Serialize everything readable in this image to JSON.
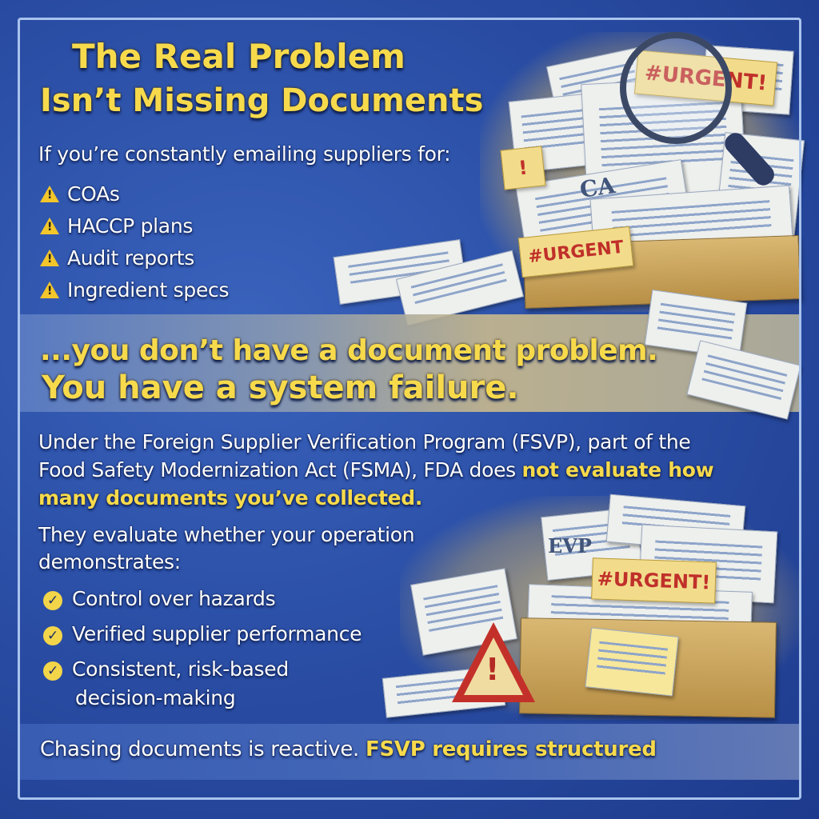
{
  "title": {
    "line1": "The Real Problem",
    "line2": "Isn’t Missing Documents"
  },
  "intro": "If you’re constantly emailing suppliers for:",
  "warning_items": [
    {
      "icon": "warning-icon",
      "label": "COAs"
    },
    {
      "icon": "warning-icon",
      "label": "HACCP plans"
    },
    {
      "icon": "warning-icon",
      "label": "Audit reports"
    },
    {
      "icon": "warning-icon",
      "label": "Ingredient specs"
    }
  ],
  "callout": {
    "line1": "...you don’t have a document problem.",
    "line2": "You have a system failure."
  },
  "explanation": {
    "line1": "Under the Foreign Supplier Verification Program (FSVP), part of the",
    "line2_plain": "Food Safety Modernization Act (FSMA), FDA does ",
    "line2_highlight": "not evaluate how",
    "line3_highlight": "many documents you’ve collected."
  },
  "evaluate": {
    "line1": "They evaluate whether your operation",
    "line2": "demonstrates:"
  },
  "check_items": [
    {
      "icon": "check-icon",
      "label": "Control over hazards"
    },
    {
      "icon": "check-icon",
      "label": "Verified supplier performance"
    },
    {
      "icon": "check-icon",
      "label": "Consistent, risk-based",
      "label2": "decision-making"
    }
  ],
  "footer": {
    "plain": "Chasing documents is reactive. ",
    "highlight": "FSVP requires structured"
  },
  "illustration": {
    "tag_top": "#URGENT!",
    "tag_mid": "#URGENT",
    "doc_stamp_top": "CA",
    "doc_stamp_bottom": "EVP",
    "tag_bottom": "#URGENT!",
    "check_mark": "✓",
    "warning_mark": "!"
  },
  "colors": {
    "background": "#2b4fa6",
    "highlight": "#f7da4c",
    "urgent": "#c0302a"
  }
}
